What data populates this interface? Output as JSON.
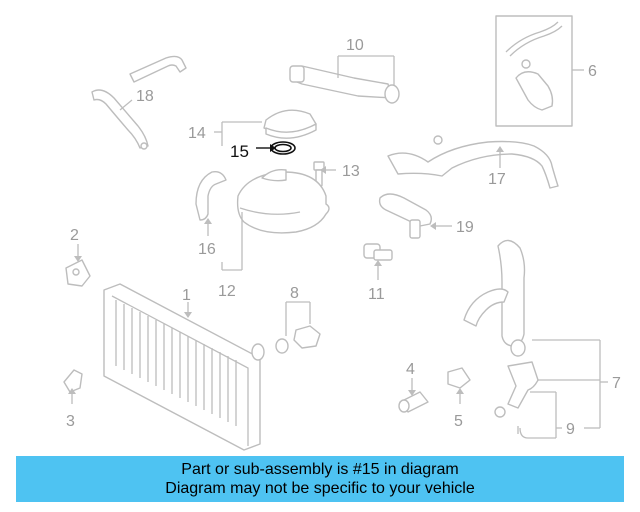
{
  "diagram": {
    "callouts": {
      "c1": "1",
      "c2": "2",
      "c3": "3",
      "c4": "4",
      "c5": "5",
      "c6": "6",
      "c7": "7",
      "c8": "8",
      "c9": "9",
      "c10": "10",
      "c11": "11",
      "c12": "12",
      "c13": "13",
      "c14": "14",
      "c15": "15",
      "c16": "16",
      "c17": "17",
      "c18": "18",
      "c19": "19"
    },
    "highlighted_part": "15"
  },
  "banner": {
    "line1": "Part or sub-assembly is #15 in diagram",
    "line2": "Diagram may not be specific to your vehicle"
  },
  "colors": {
    "banner_bg": "#4ec3f2",
    "part_stroke": "#bdbdbd",
    "callout_text": "#9a9a9a",
    "highlight": "#111111"
  }
}
